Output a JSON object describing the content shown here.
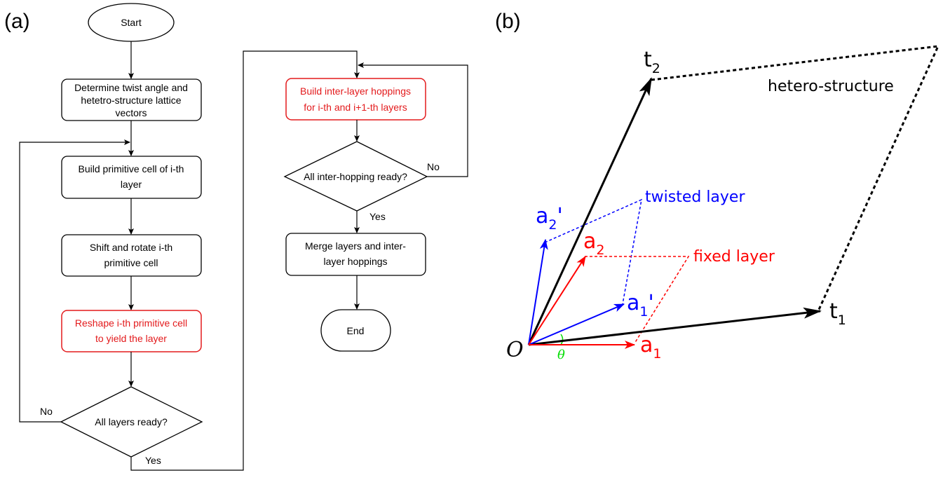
{
  "panel_a": {
    "label": "(a)",
    "nodes": {
      "start": "Start",
      "determine": [
        "Determine twist angle and",
        "hetetro-structure lattice",
        "vectors"
      ],
      "build_primitive": [
        "Build primitive cell of i-th",
        "layer"
      ],
      "shift_rotate": [
        "Shift and rotate i-th",
        "primitive cell"
      ],
      "reshape": [
        "Reshape i-th primitive cell",
        "to yield the layer"
      ],
      "all_layers": "All layers ready?",
      "build_hoppings": [
        "Build inter-layer hoppings",
        "for i-th and i+1-th layers"
      ],
      "all_hopping": "All inter-hopping ready?",
      "merge": [
        "Merge layers and inter-",
        "layer hoppings"
      ],
      "end": "End"
    },
    "edge_labels": {
      "layers_no": "No",
      "layers_yes": "Yes",
      "hopping_no": "No",
      "hopping_yes": "Yes"
    },
    "colors": {
      "default": "#000000",
      "highlight": "#e31a1c"
    }
  },
  "panel_b": {
    "label": "(b)",
    "origin": "O",
    "vectors": {
      "t1": {
        "main": "t",
        "sub": "1",
        "color": "#000000"
      },
      "t2": {
        "main": "t",
        "sub": "2",
        "color": "#000000"
      },
      "a1": {
        "main": "a",
        "sub": "1",
        "color": "#ff0000"
      },
      "a2": {
        "main": "a",
        "sub": "2",
        "color": "#ff0000"
      },
      "a1p": {
        "main": "a",
        "sub": "1",
        "prime": "'",
        "color": "#0000ff"
      },
      "a2p": {
        "main": "a",
        "sub": "2",
        "prime": "'",
        "color": "#0000ff"
      }
    },
    "labels": {
      "hetero": "hetero-structure",
      "twisted": "twisted layer",
      "fixed": "fixed layer",
      "theta": "θ"
    },
    "colors": {
      "hetero": "#000000",
      "twisted": "#0000ff",
      "fixed": "#ff0000",
      "theta": "#00dd00"
    }
  }
}
